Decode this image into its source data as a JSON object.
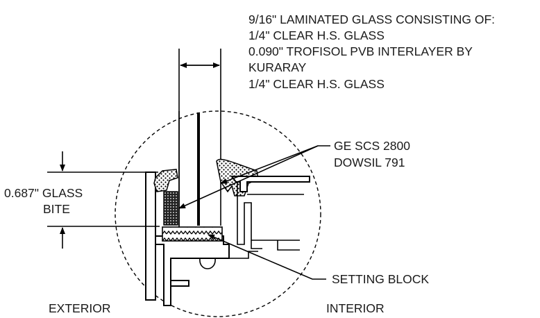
{
  "labels": {
    "glass_spec": [
      "9/16\" LAMINATED GLASS CONSISTING OF:",
      "1/4\" CLEAR H.S. GLASS",
      "0.090\" TROFISOL PVB INTERLAYER BY",
      "KURARAY",
      "1/4\" CLEAR H.S. GLASS"
    ],
    "sealant": [
      "GE SCS 2800",
      "DOWSIL 791"
    ],
    "glass_bite": [
      "0.687\" GLASS",
      "BITE"
    ],
    "setting_block": "SETTING BLOCK",
    "exterior": "EXTERIOR",
    "interior": "INTERIOR"
  },
  "colors": {
    "line": "#000000",
    "background": "#ffffff"
  }
}
